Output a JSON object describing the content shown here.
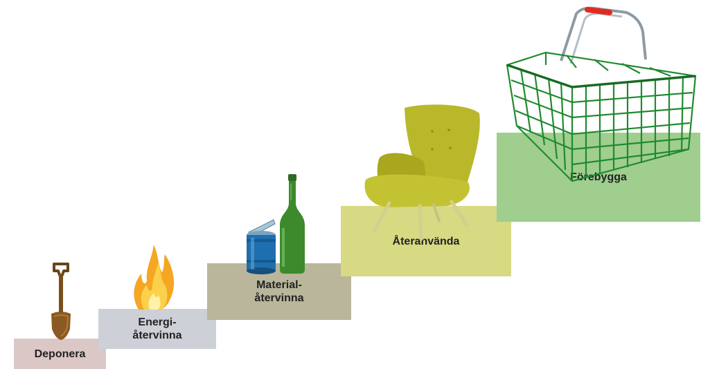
{
  "steps": [
    {
      "id": "deponera",
      "label_lines": [
        "Deponera"
      ],
      "color": "#dcc7c7",
      "icon": "shovel-icon"
    },
    {
      "id": "energi",
      "label_lines": [
        "Energi-",
        "återvinna"
      ],
      "color": "#cdd0d6",
      "icon": "fire-icon"
    },
    {
      "id": "material",
      "label_lines": [
        "Material-",
        "återvinna"
      ],
      "color": "#b9b69b",
      "icon": "can-and-bottle-icon"
    },
    {
      "id": "ater",
      "label_lines": [
        "Återanvända"
      ],
      "color": "#d8d983",
      "icon": "armchair-icon"
    },
    {
      "id": "fore",
      "label_lines": [
        "Förebygga"
      ],
      "color": "#9fce8f",
      "icon": "shopping-basket-icon"
    }
  ]
}
